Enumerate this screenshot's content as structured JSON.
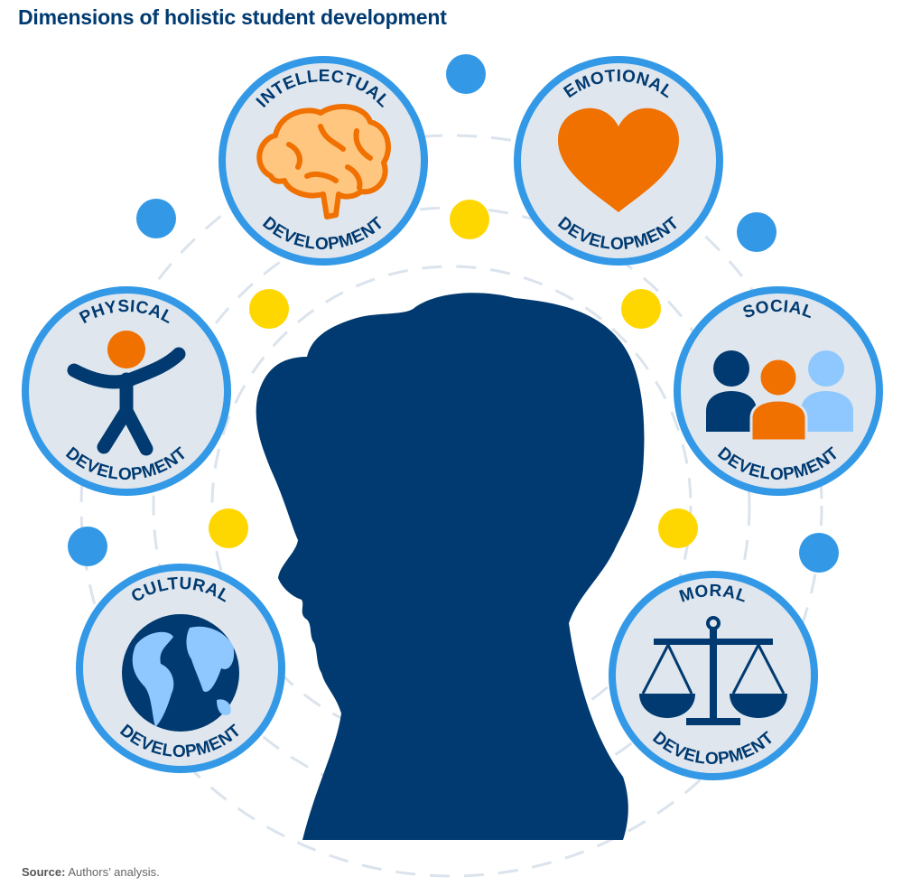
{
  "title": "Dimensions of holistic student development",
  "source": {
    "label": "Source:",
    "text": "Authors’ analysis."
  },
  "dimensions": [
    {
      "name": "INTELLECTUAL",
      "suffix": "DEVELOPMENT",
      "icon": "brain-icon"
    },
    {
      "name": "EMOTIONAL",
      "suffix": "DEVELOPMENT",
      "icon": "heart-icon"
    },
    {
      "name": "PHYSICAL",
      "suffix": "DEVELOPMENT",
      "icon": "person-icon"
    },
    {
      "name": "SOCIAL",
      "suffix": "DEVELOPMENT",
      "icon": "people-icon"
    },
    {
      "name": "CULTURAL",
      "suffix": "DEVELOPMENT",
      "icon": "globe-icon"
    },
    {
      "name": "MORAL",
      "suffix": "DEVELOPMENT",
      "icon": "scales-icon"
    }
  ],
  "colors": {
    "navy": "#003a70",
    "blue": "#3399e6",
    "orange": "#f07000",
    "yellow": "#ffd700",
    "circle_fill": "#dfe6ee",
    "light_blue": "#8ec8ff"
  }
}
